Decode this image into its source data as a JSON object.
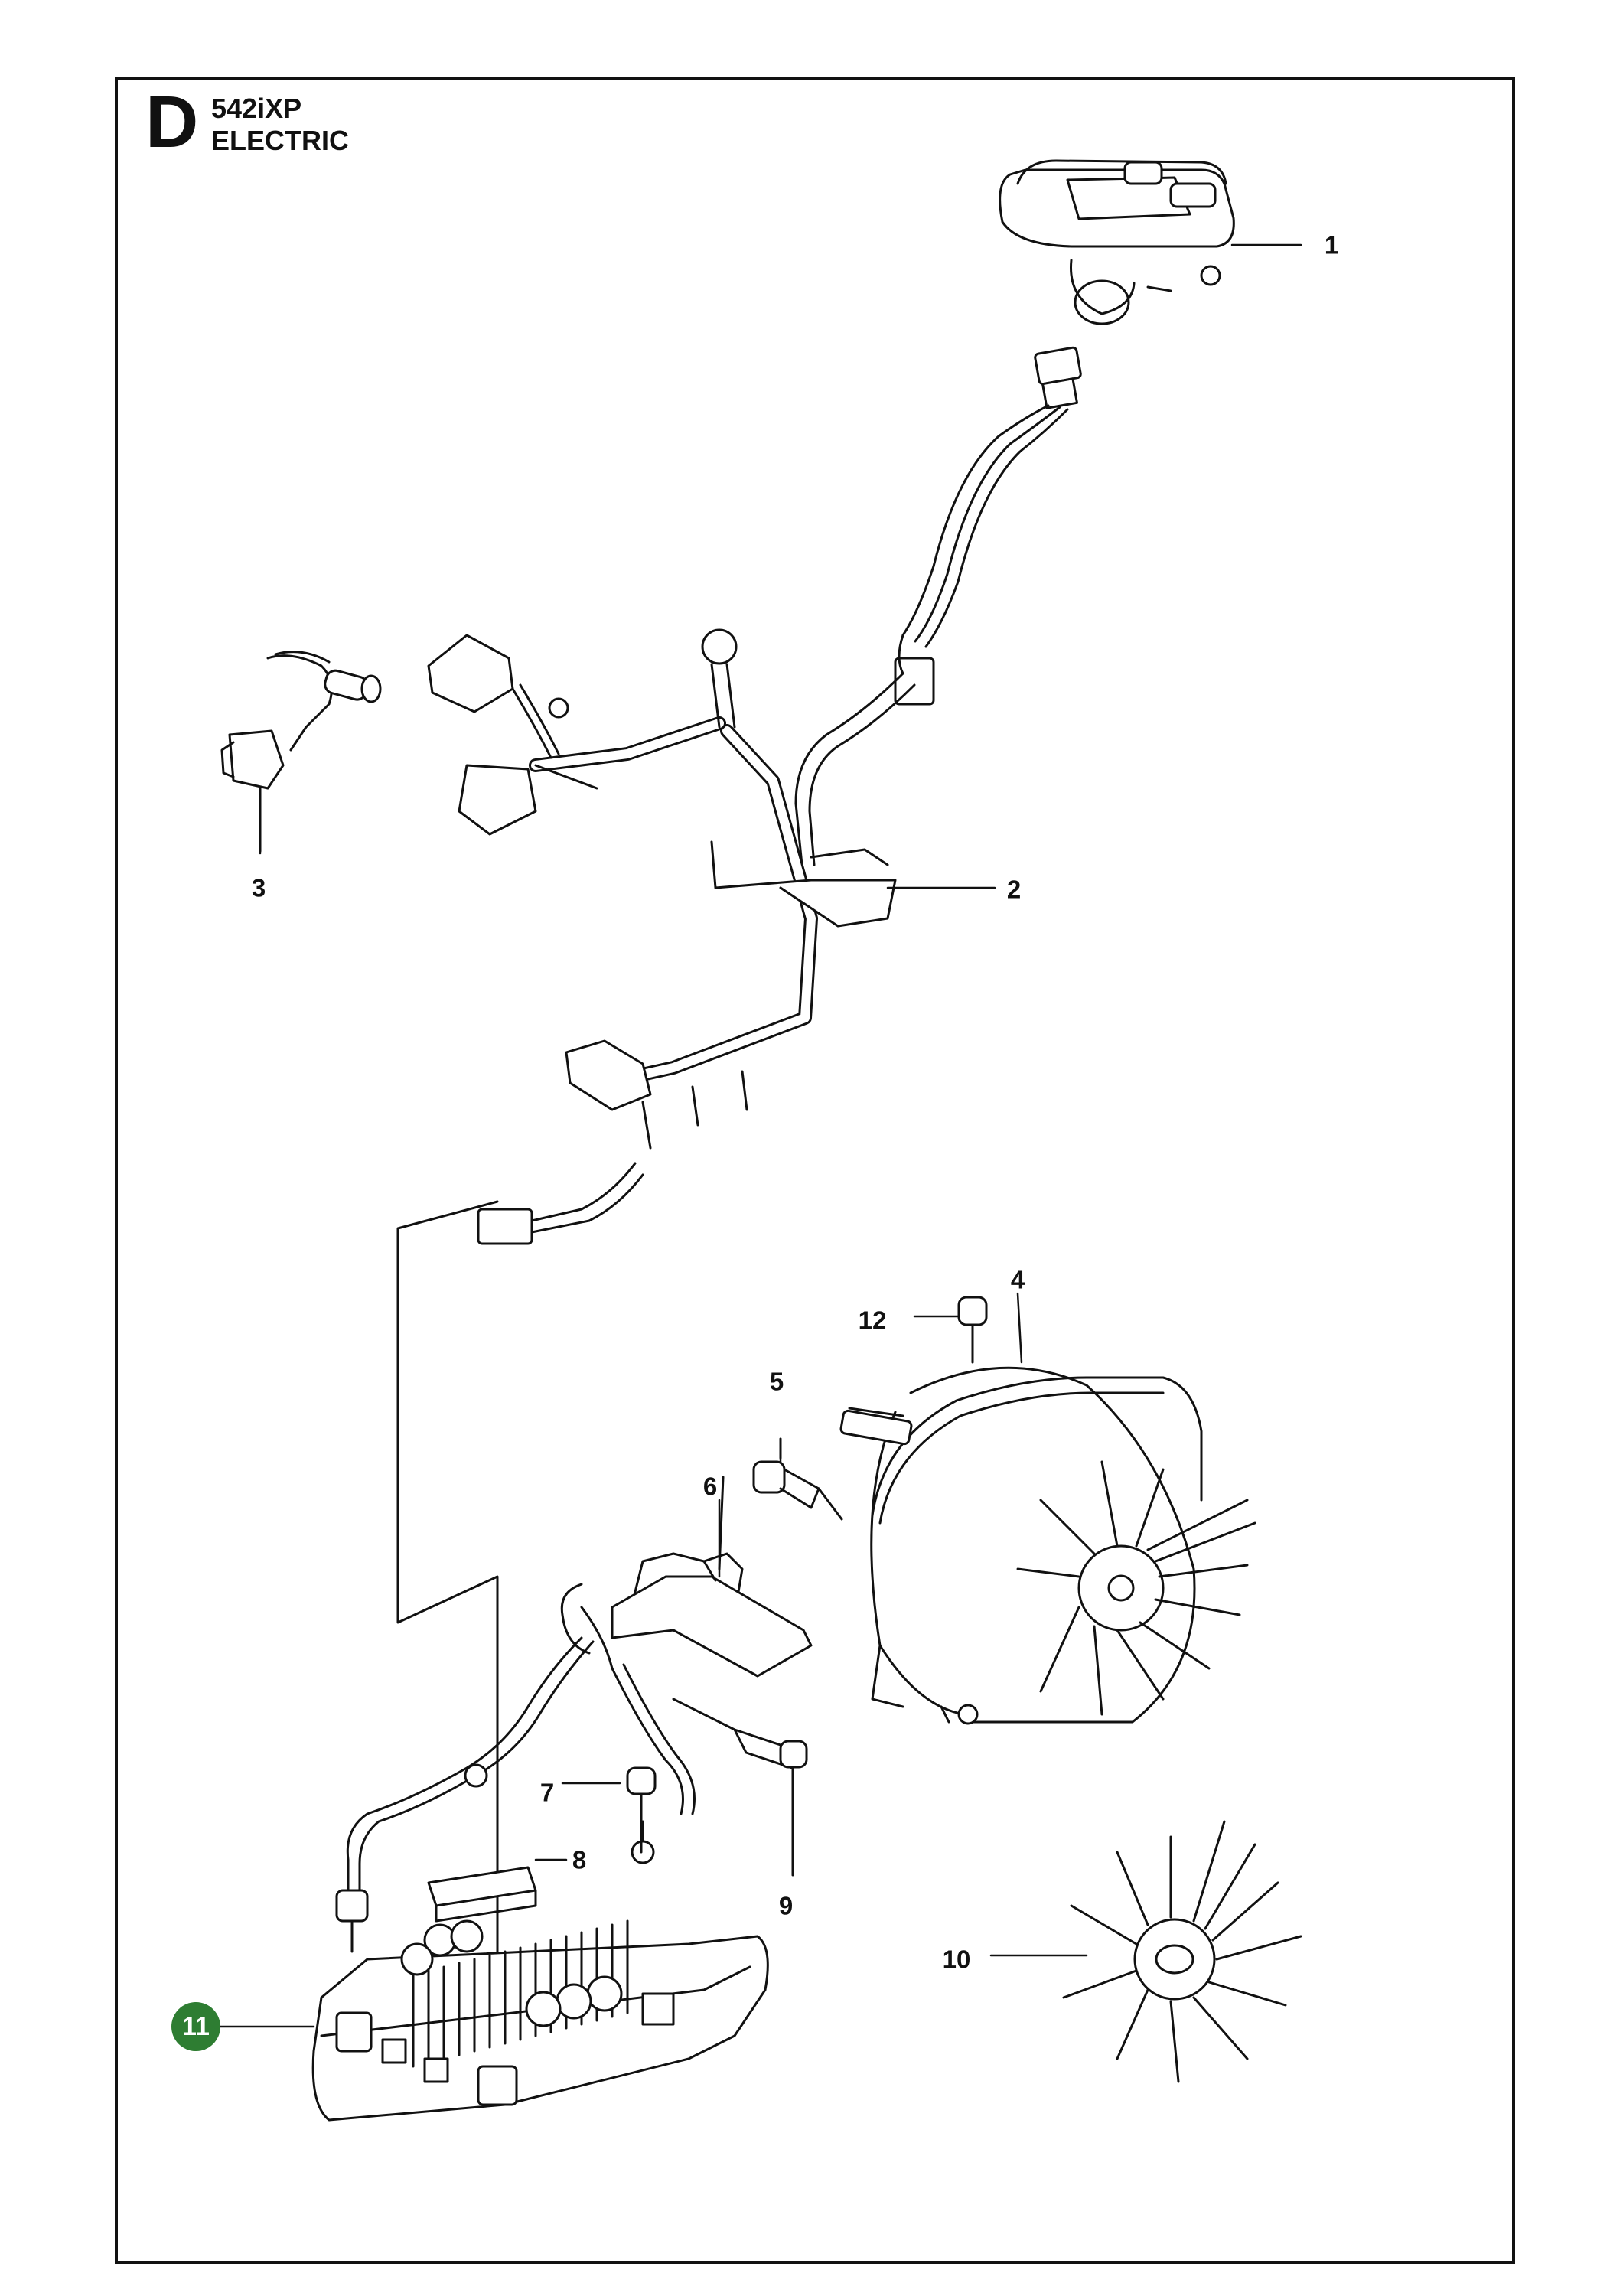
{
  "header": {
    "section": "D",
    "model": "542iXP",
    "group": "ELECTRIC"
  },
  "callouts": [
    {
      "id": "1",
      "label": "1"
    },
    {
      "id": "2",
      "label": "2"
    },
    {
      "id": "3",
      "label": "3"
    },
    {
      "id": "4",
      "label": "4"
    },
    {
      "id": "5",
      "label": "5"
    },
    {
      "id": "6",
      "label": "6"
    },
    {
      "id": "7",
      "label": "7"
    },
    {
      "id": "8",
      "label": "8"
    },
    {
      "id": "9",
      "label": "9"
    },
    {
      "id": "10",
      "label": "10"
    },
    {
      "id": "11",
      "label": "11",
      "highlighted": true
    },
    {
      "id": "12",
      "label": "12"
    }
  ],
  "colors": {
    "line": "#111111",
    "highlight": "#2e7d32"
  }
}
